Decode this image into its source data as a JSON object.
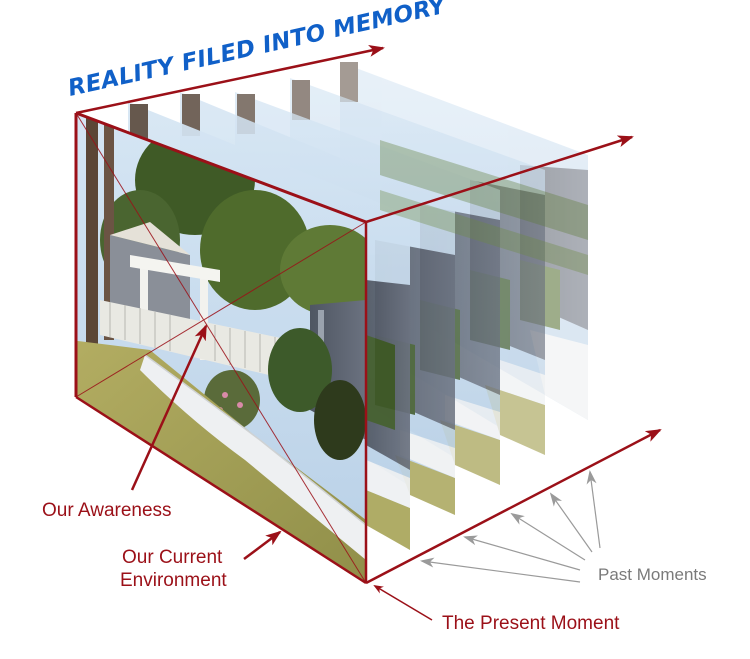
{
  "diagram": {
    "title": "REALITY FILED INTO MEMORY",
    "labels": {
      "awareness": "Our Awareness",
      "environment_line1": "Our Current",
      "environment_line2": "Environment",
      "past_moments": "Past Moments",
      "present_moment": "The Present Moment"
    },
    "colors": {
      "title_blue": "#1060c8",
      "axis_red": "#9b1018",
      "pointer_gray": "#9a9a9a",
      "sky": "#bcd6ee",
      "foliage": "#4f6b2c",
      "dark_foliage": "#2e3a1c",
      "fence_wall": "#5d6470",
      "lawn": "#a9a55a",
      "sidewalk": "#eef0f2"
    },
    "memory_slices_count": 5,
    "scene_description": "Suburban front yard with palm trees, white picket fence and arbor, shrubs, sidewalk and lawn"
  }
}
